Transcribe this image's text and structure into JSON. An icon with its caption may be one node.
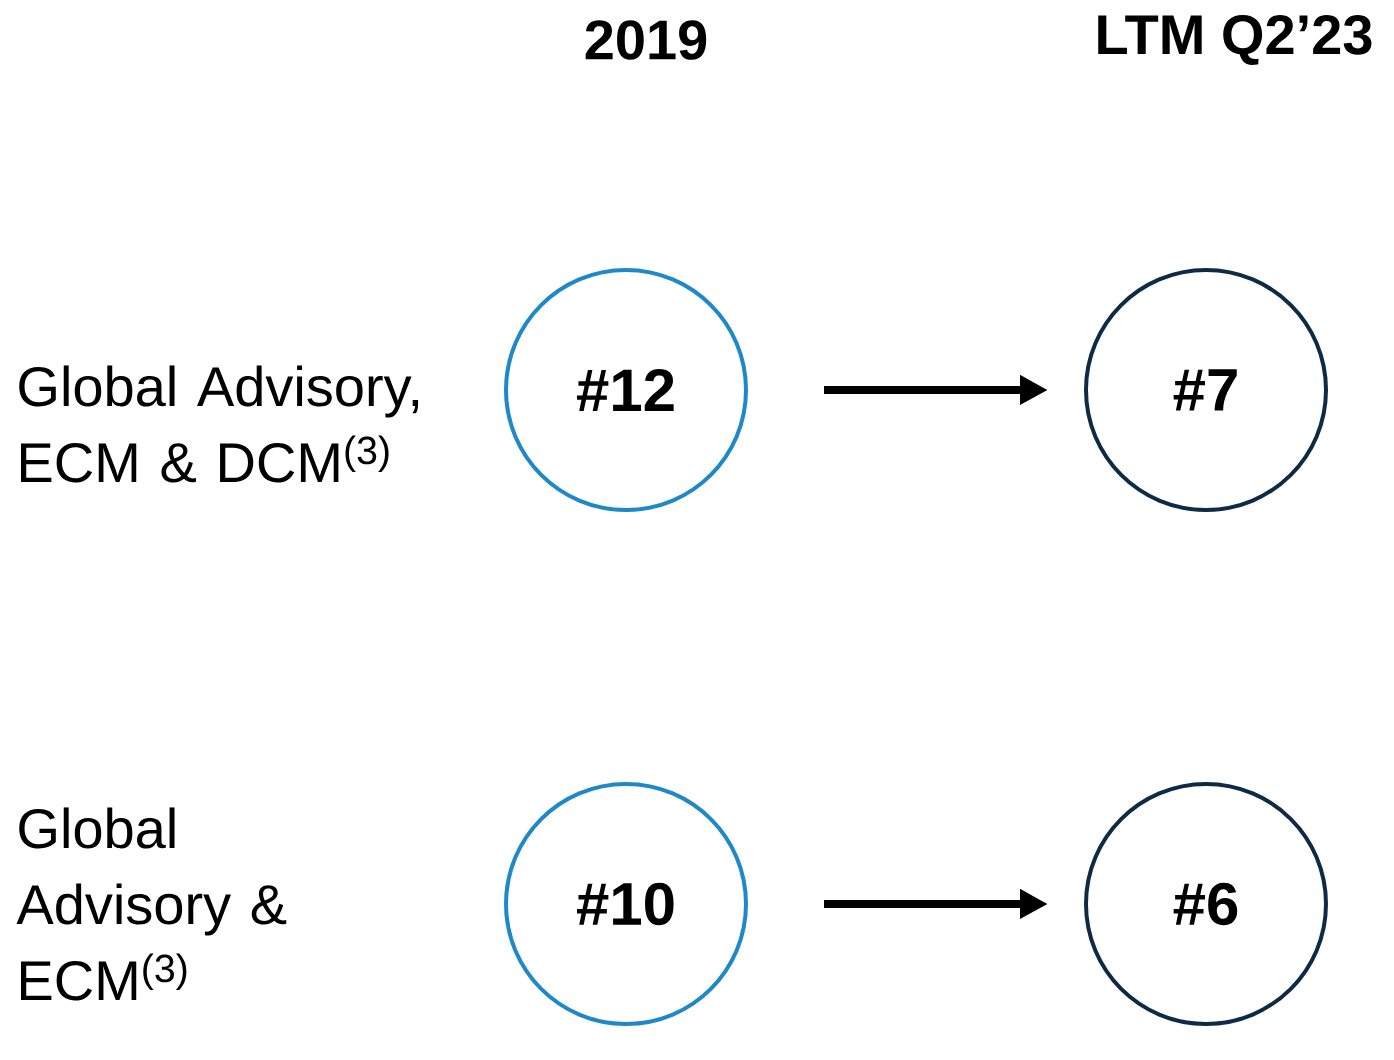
{
  "diagram": {
    "nodes": [
      {
        "text": [
          "#12"
        ]
      },
      {
        "text": [
          "#7"
        ]
      },
      {
        "text": [
          "#10"
        ]
      },
      {
        "text": [
          "#6"
        ]
      }
    ],
    "edges": [
      {
        "from": 0,
        "to": 1,
        "arrow": "to"
      },
      {
        "from": 2,
        "to": 3,
        "arrow": "to"
      }
    ],
    "labels": [
      "2019",
      "LTM Q2’23",
      "Global Advisory, ECM & DCM$^{(3)}$",
      "Global Advisory & ECM$^{(3)}$"
    ]
  }
}
